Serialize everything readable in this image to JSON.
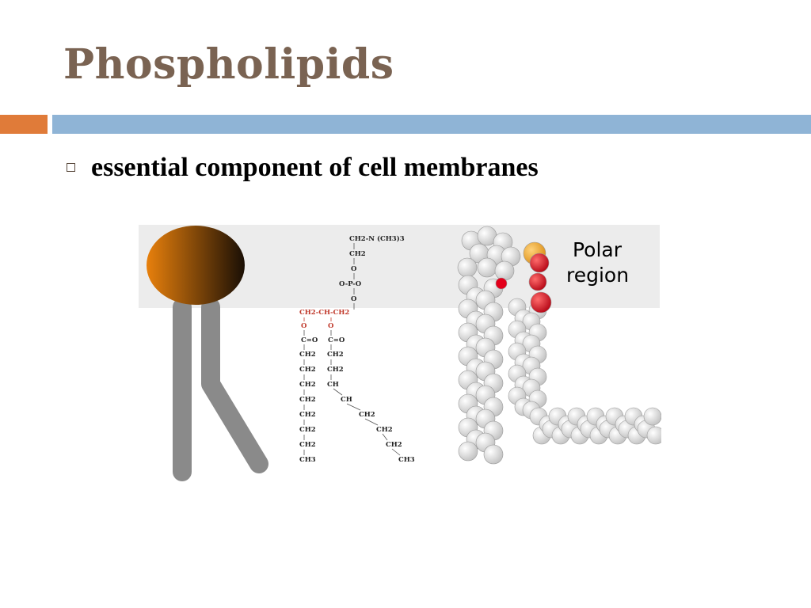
{
  "slide": {
    "title": "Phospholipids",
    "bullet": "essential component of cell membranes"
  },
  "figure": {
    "label_line1": "Polar",
    "label_line2": "region",
    "formula": {
      "head": [
        "CH2-N (CH3)3",
        "CH2",
        "O",
        "O-P-O",
        "O"
      ],
      "glycerol": "CH2-CH-CH2",
      "link": [
        "O",
        "O"
      ],
      "ester": [
        "C=O",
        "C=O"
      ],
      "left_chain": [
        "CH2",
        "CH2",
        "CH2",
        "CH2",
        "CH2",
        "CH2",
        "CH2",
        "CH3"
      ],
      "right_chain": [
        "CH2",
        "CH2",
        "CH",
        "CH",
        "CH2",
        "CH2",
        "CH2",
        "CH3"
      ]
    }
  },
  "colors": {
    "title": "#7a6352",
    "accent_orange": "#e07b39",
    "accent_blue": "#8fb4d6",
    "head_light": "#e8800c",
    "head_dark": "#1a0f05",
    "tail": "#8a8a8a",
    "polar_band": "#ececec",
    "glycerol_red": "#c0392b",
    "oxygen": "#e3001b",
    "phosphorus": "#f0a020",
    "atom": "#e6e6e6"
  }
}
